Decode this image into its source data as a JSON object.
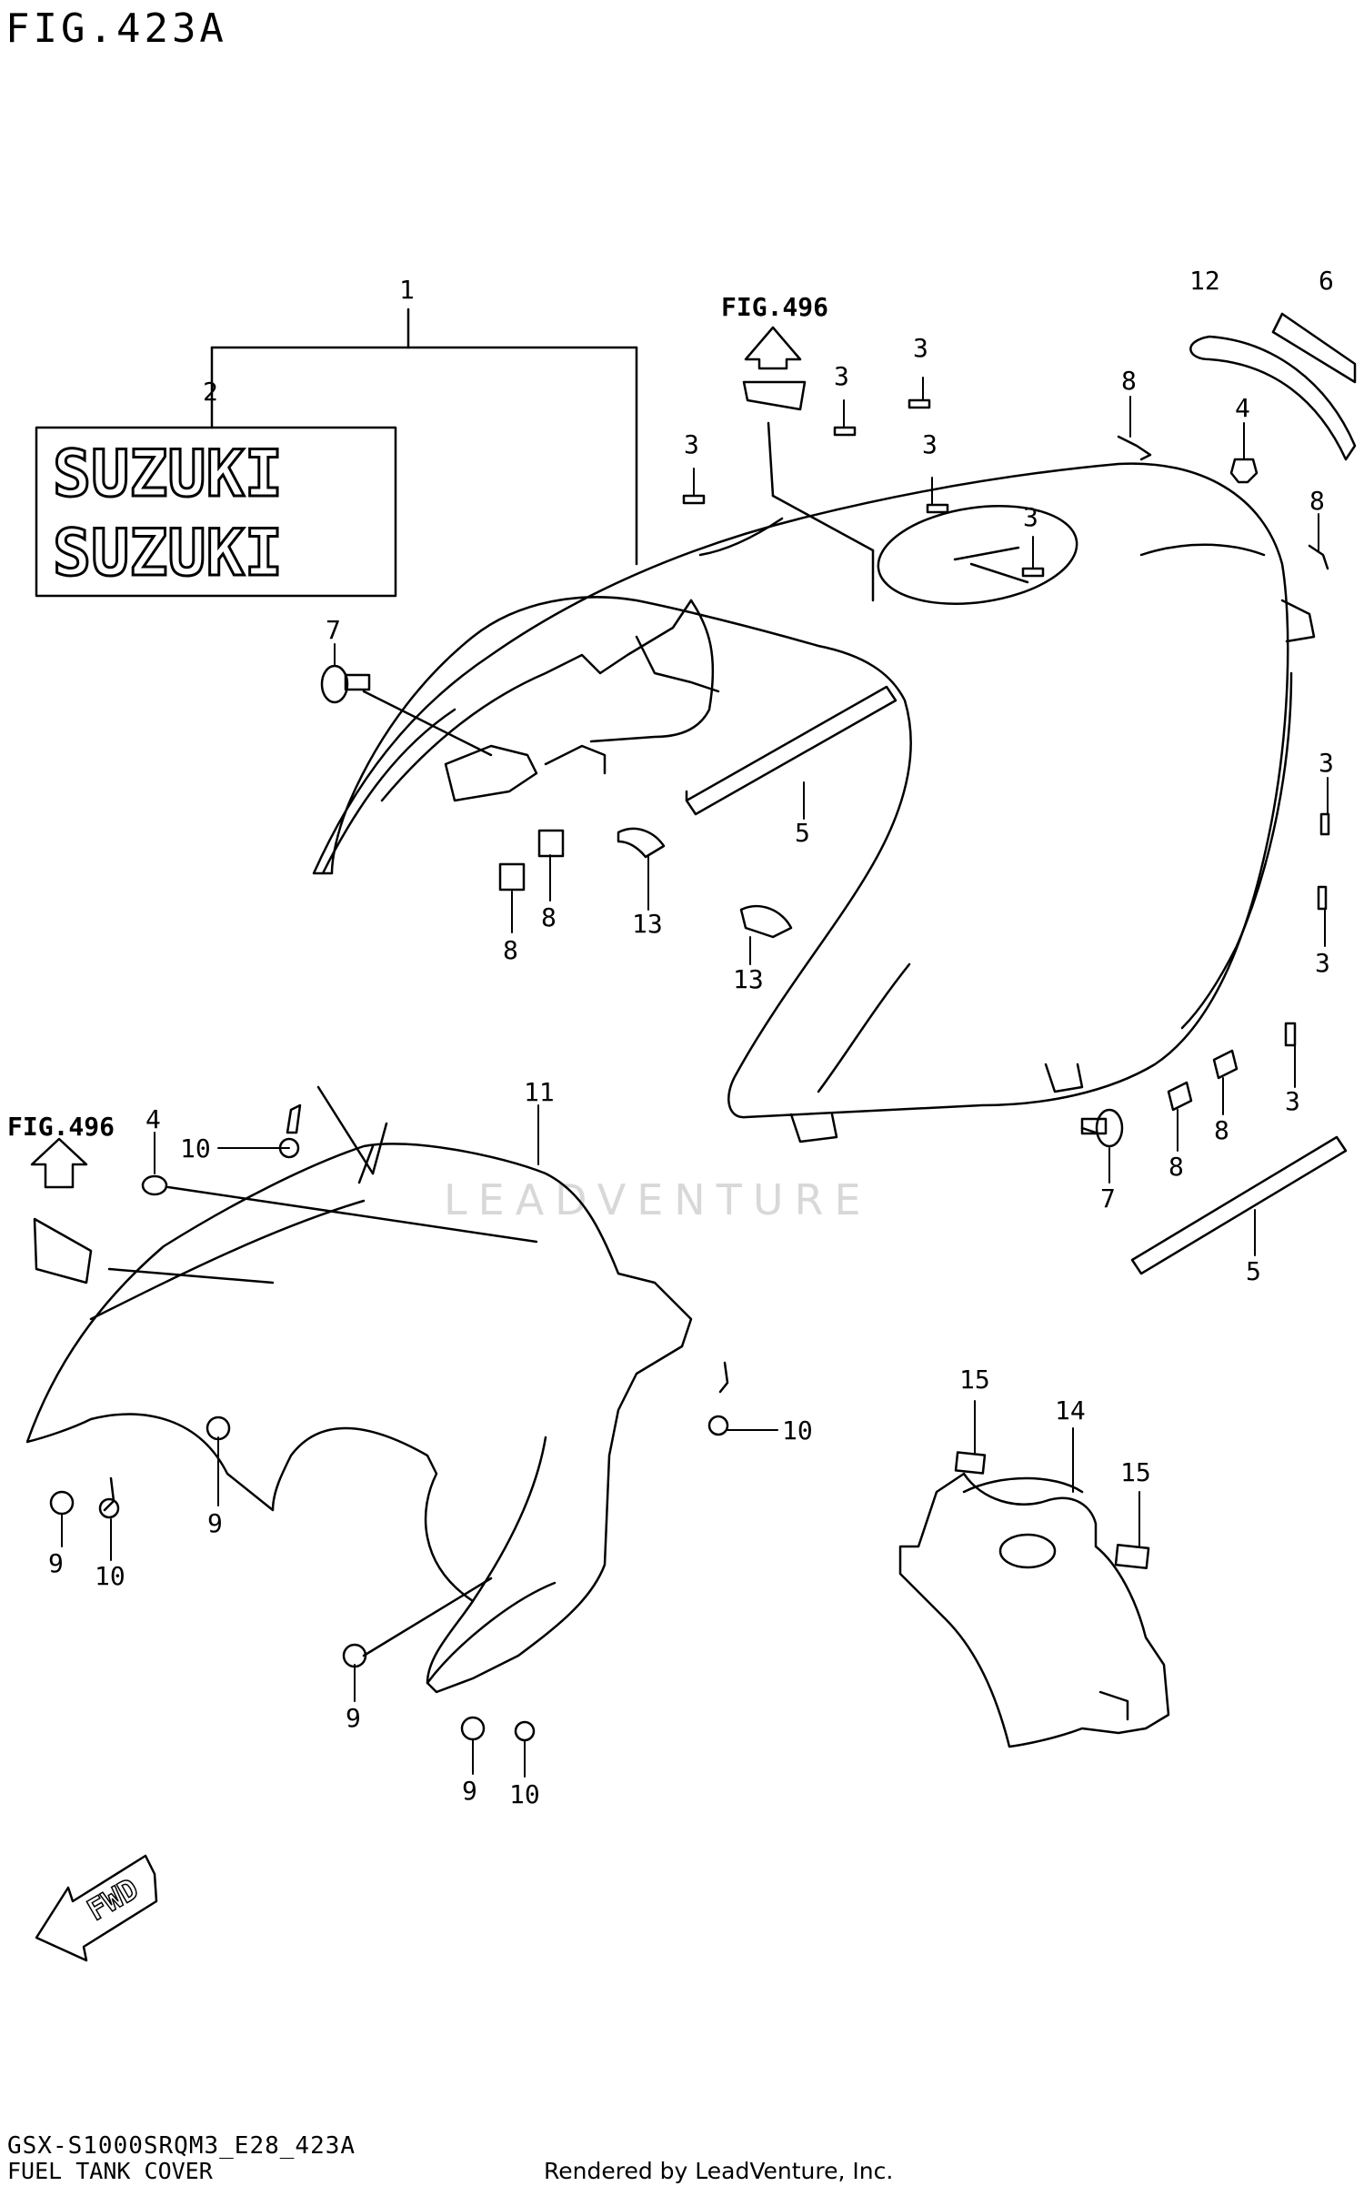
{
  "figure": {
    "title": "FIG.423A",
    "code": "GSX-S1000SRQM3_E28_423A",
    "name": "FUEL TANK COVER",
    "credit": "Rendered by LeadVenture, Inc."
  },
  "watermark": "LEADVENTURE",
  "references": {
    "upper": "FIG.496",
    "lower": "FIG.496"
  },
  "decal_text": "SUZUKI",
  "fwd_label": "FWD",
  "callouts": {
    "c1": "1",
    "c2": "2",
    "c12": "12",
    "c6": "6",
    "c3a": "3",
    "c3b": "3",
    "c3c": "3",
    "c3d": "3",
    "c3e": "3",
    "c3f": "3",
    "c3g": "3",
    "c3h": "3",
    "c8a": "8",
    "c4a": "4",
    "c8b": "8",
    "c7a": "7",
    "c5a": "5",
    "c8c": "8",
    "c8d": "8",
    "c13a": "13",
    "c13b": "13",
    "c8e": "8",
    "c8f": "8",
    "c7b": "7",
    "c5b": "5",
    "c11": "11",
    "c4b": "4",
    "c10a": "10",
    "c10b": "10",
    "c9a": "9",
    "c9b": "9",
    "c10c": "10",
    "c9c": "9",
    "c9d": "9",
    "c10d": "10",
    "c15a": "15",
    "c14": "14",
    "c15b": "15"
  },
  "colors": {
    "line": "#000000",
    "background": "#ffffff",
    "watermark": "#d8d8d8"
  }
}
